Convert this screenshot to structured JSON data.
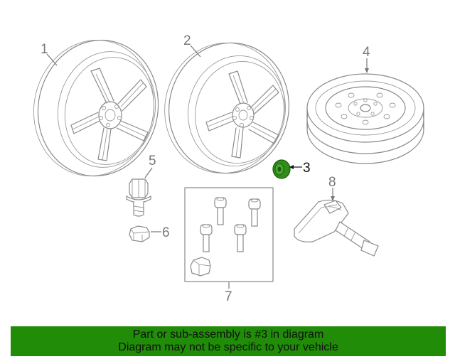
{
  "callouts": {
    "c1": "1",
    "c2": "2",
    "c3": "3",
    "c4": "4",
    "c5": "5",
    "c6": "6",
    "c7": "7",
    "c8": "8"
  },
  "highlighted_part": "3",
  "colors": {
    "banner": "#208c08",
    "highlight_part": "#2f8f1a",
    "line_art": "#8a8a8a"
  },
  "banner": {
    "line1": "Part or sub-assembly is #3 in diagram",
    "line2": "Diagram may not be specific to your vehicle"
  }
}
